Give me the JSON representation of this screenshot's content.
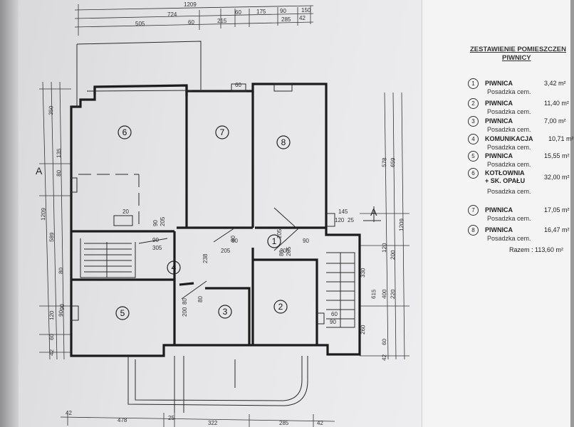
{
  "plan": {
    "rooms": [
      "1",
      "2",
      "3",
      "4",
      "5",
      "6",
      "7",
      "8"
    ],
    "section_mark": "A",
    "top_dims_row1": [
      "1209"
    ],
    "top_dims_row2": [
      "724",
      "60",
      "175",
      "90",
      "150"
    ],
    "top_dims_row3": [
      "505",
      "60",
      "215",
      "285",
      "42"
    ],
    "bottom_dims": [
      "42",
      "478",
      "25",
      "322",
      "285",
      "42"
    ],
    "left_dims": [
      "350",
      "135",
      "80",
      "1209",
      "589",
      "80",
      "90",
      "120",
      "60",
      "42"
    ],
    "right_dims": [
      "578",
      "659",
      "1209",
      "120",
      "200",
      "330",
      "260",
      "400",
      "615",
      "220",
      "60",
      "42"
    ],
    "inner_dims": [
      "145",
      "120",
      "25",
      "80",
      "205",
      "90",
      "205",
      "90",
      "205",
      "20",
      "80",
      "200",
      "90",
      "305",
      "90",
      "60",
      "90",
      "60",
      "80",
      "205",
      "80",
      "238",
      "80",
      "205"
    ]
  },
  "legend": {
    "title_line1": "ZESTAWIENIE POMIESZCZEN",
    "title_line2": "PIWNICY",
    "items": [
      {
        "no": "1",
        "name": "PIWNICA",
        "name2": "",
        "area": "3,42 m²",
        "sub": "Posadzka cem."
      },
      {
        "no": "2",
        "name": "PIWNICA",
        "name2": "",
        "area": "11,40 m²",
        "sub": "Posadzka cem."
      },
      {
        "no": "3",
        "name": "PIWNICA",
        "name2": "",
        "area": "7,00 m²",
        "sub": "Posadzka cem."
      },
      {
        "no": "4",
        "name": "KOMUNIKACJA",
        "name2": "",
        "area": "10,71 m²",
        "sub": "Posadzka cem."
      },
      {
        "no": "5",
        "name": "PIWNICA",
        "name2": "",
        "area": "15,55 m²",
        "sub": "Posadzka cem."
      },
      {
        "no": "6",
        "name": "KOTŁOWNIA",
        "name2": "+ SK. OPAŁU",
        "area": "32,00 m²",
        "sub": "Posadzka cem."
      },
      {
        "no": "7",
        "name": "PIWNICA",
        "name2": "",
        "area": "17,05 m²",
        "sub": "Posadzka cem."
      },
      {
        "no": "8",
        "name": "PIWNICA",
        "name2": "",
        "area": "16,47 m²",
        "sub": "Posadzka cem."
      }
    ],
    "total": "Razem : 113,60 m²"
  }
}
